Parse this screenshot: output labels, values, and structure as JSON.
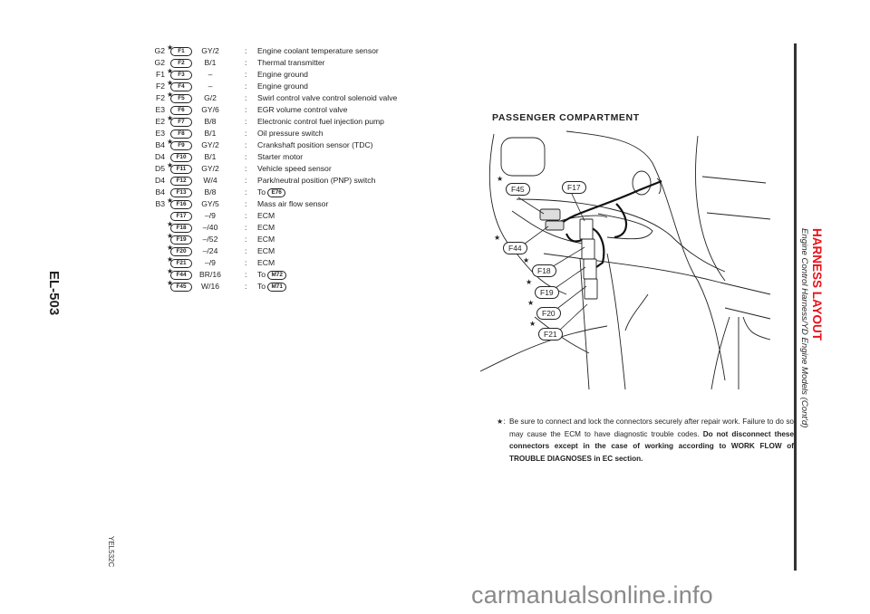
{
  "page": {
    "number": "EL-503",
    "figure_id": "YEL532C",
    "watermark": "carmanualsonline.info",
    "section_title": "HARNESS LAYOUT",
    "section_subtitle": "Engine Control Harness/YD Engine Models (Cont'd)"
  },
  "connectors": [
    {
      "loc": "G2",
      "star": true,
      "conn": "F1",
      "wire": "GY/2",
      "desc": "Engine coolant temperature sensor"
    },
    {
      "loc": "G2",
      "star": false,
      "conn": "F2",
      "wire": "B/1",
      "desc": "Thermal transmitter"
    },
    {
      "loc": "F1",
      "star": true,
      "conn": "F3",
      "wire": "–",
      "desc": "Engine ground"
    },
    {
      "loc": "F2",
      "star": true,
      "conn": "F4",
      "wire": "–",
      "desc": "Engine ground"
    },
    {
      "loc": "F2",
      "star": true,
      "conn": "F5",
      "wire": "G/2",
      "desc": "Swirl control valve control solenoid valve"
    },
    {
      "loc": "E3",
      "star": false,
      "conn": "F6",
      "wire": "GY/6",
      "desc": "EGR volume control valve"
    },
    {
      "loc": "E2",
      "star": true,
      "conn": "F7",
      "wire": "B/8",
      "desc": "Electronic control fuel injection pump"
    },
    {
      "loc": "E3",
      "star": false,
      "conn": "F8",
      "wire": "B/1",
      "desc": "Oil pressure switch"
    },
    {
      "loc": "B4",
      "star": true,
      "conn": "F9",
      "wire": "GY/2",
      "desc": "Crankshaft position sensor (TDC)"
    },
    {
      "loc": "D4",
      "star": false,
      "conn": "F10",
      "wire": "B/1",
      "desc": "Starter motor"
    },
    {
      "loc": "D5",
      "star": true,
      "conn": "F11",
      "wire": "GY/2",
      "desc": "Vehicle speed sensor"
    },
    {
      "loc": "D4",
      "star": false,
      "conn": "F12",
      "wire": "W/4",
      "desc": "Park/neutral position (PNP) switch"
    },
    {
      "loc": "B4",
      "star": false,
      "conn": "F13",
      "wire": "B/8",
      "desc": "To",
      "to": "E76"
    },
    {
      "loc": "B3",
      "star": true,
      "conn": "F16",
      "wire": "GY/5",
      "desc": "Mass air flow sensor"
    },
    {
      "loc": "",
      "star": false,
      "conn": "F17",
      "wire": "–/9",
      "desc": "ECM"
    },
    {
      "loc": "",
      "star": true,
      "conn": "F18",
      "wire": "–/40",
      "desc": "ECM"
    },
    {
      "loc": "",
      "star": true,
      "conn": "F19",
      "wire": "–/52",
      "desc": "ECM"
    },
    {
      "loc": "",
      "star": true,
      "conn": "F20",
      "wire": "–/24",
      "desc": "ECM"
    },
    {
      "loc": "",
      "star": true,
      "conn": "F21",
      "wire": "–/9",
      "desc": "ECM"
    },
    {
      "loc": "",
      "star": true,
      "conn": "F44",
      "wire": "BR/16",
      "desc": "To",
      "to": "M72"
    },
    {
      "loc": "",
      "star": true,
      "conn": "F45",
      "wire": "W/16",
      "desc": "To",
      "to": "M71"
    }
  ],
  "diagram": {
    "title": "PASSENGER COMPARTMENT",
    "labels": [
      "F45",
      "F17",
      "F44",
      "F18",
      "F19",
      "F20",
      "F21"
    ]
  },
  "note": {
    "symbol": "★:",
    "line1": "Be sure to connect and lock the connectors securely after repair work. Failure to do so may cause the ECM to have diagnostic trouble codes.",
    "line2_bold": "Do not disconnect these connectors except in the case of working according to WORK FLOW of TROUBLE DIAGNOSES in EC section."
  }
}
